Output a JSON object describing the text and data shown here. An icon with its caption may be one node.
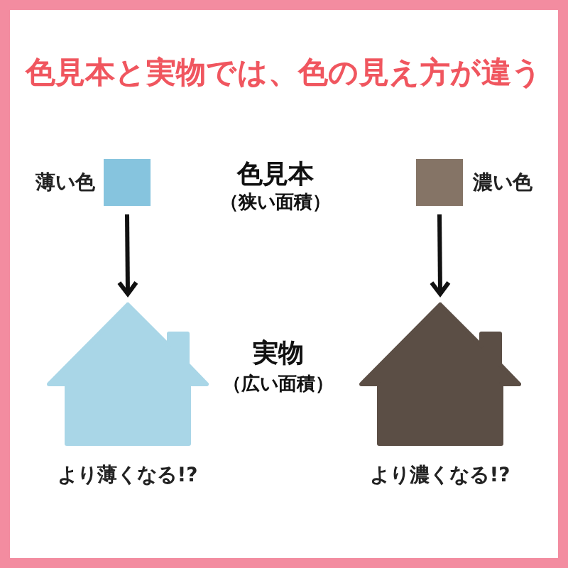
{
  "diagram": {
    "title": "色見本と実物では、色の見え方が違う",
    "nodes": [
      {
        "text": [],
        "shape": "box",
        "beside": [
          "薄い色"
        ]
      },
      {
        "text": [],
        "shape": "box",
        "beside": [
          "濃い色"
        ]
      },
      {
        "text": [],
        "shape": "house",
        "beside": [
          "より薄くなる!?"
        ]
      },
      {
        "text": [],
        "shape": "house",
        "beside": [
          "より濃くなる!?"
        ]
      }
    ],
    "edges": [
      {
        "from": 0,
        "to": 2,
        "arrow": "to"
      },
      {
        "from": 1,
        "to": 3,
        "arrow": "to"
      }
    ],
    "labels": [
      "色見本",
      "（狭い面積）",
      "実物",
      "（広い面積）"
    ]
  }
}
